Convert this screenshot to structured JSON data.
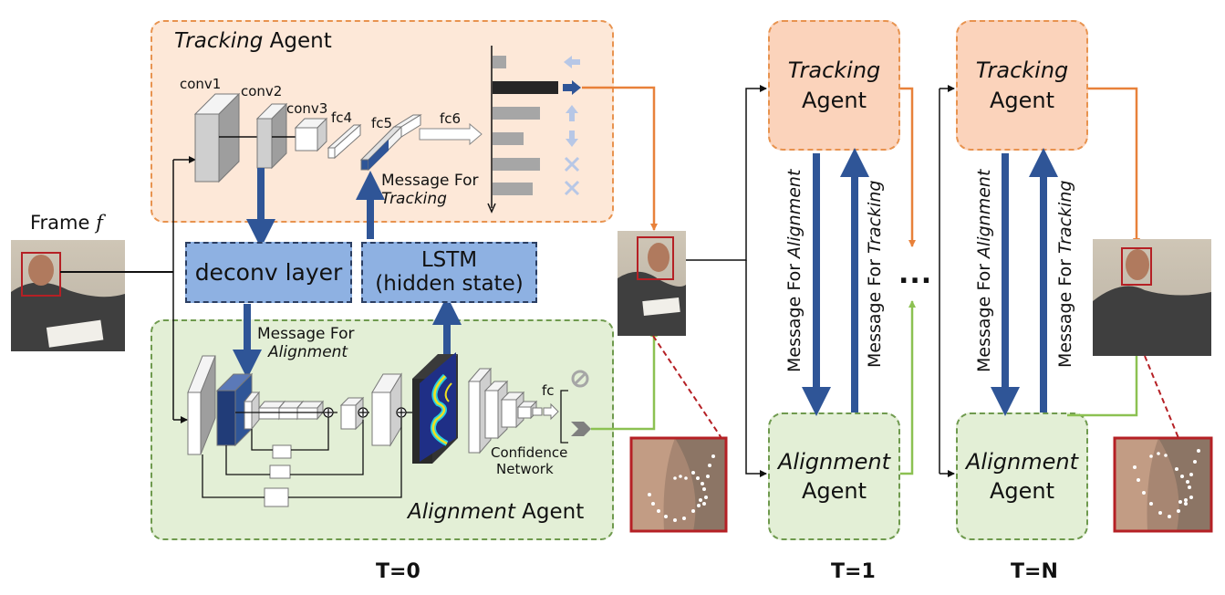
{
  "tracking_agent": {
    "title_italic": "Tracking",
    "title_rest": " Agent",
    "layers": {
      "conv1": "conv1",
      "conv2": "conv2",
      "conv3": "conv3",
      "fc4": "fc4",
      "fc5": "fc5",
      "fc6": "fc6"
    },
    "message_line1": "Message For",
    "message_line2": "Tracking"
  },
  "frame_label": {
    "text": "Frame ",
    "var": "f"
  },
  "deconv": {
    "label": "deconv layer"
  },
  "lstm": {
    "line1": "LSTM",
    "line2": "(hidden state)"
  },
  "alignment_agent": {
    "title_italic": "Alignment",
    "title_rest": " Agent",
    "message_line1": "Message For",
    "message_line2": "Alignment",
    "fc_label": "fc",
    "confidence_line1": "Confidence",
    "confidence_line2": "Network"
  },
  "timesteps": {
    "t0": "T=0",
    "t1": "T=1",
    "tn": "T=N",
    "ellipsis": "..."
  },
  "step_blocks": {
    "tracking_italic": "Tracking",
    "agent": "Agent",
    "alignment_italic": "Alignment",
    "message_for": "Message For ",
    "alignment": "Alignment",
    "tracking": "Tracking"
  },
  "colors": {
    "orange_arrow": "#e8813a",
    "green_arrow": "#8cc152",
    "blue_arrow": "#2f5597",
    "red_box": "#b52025",
    "heatmap_bg": "#1f2f86",
    "heatmap_fg": "#f0e020"
  }
}
